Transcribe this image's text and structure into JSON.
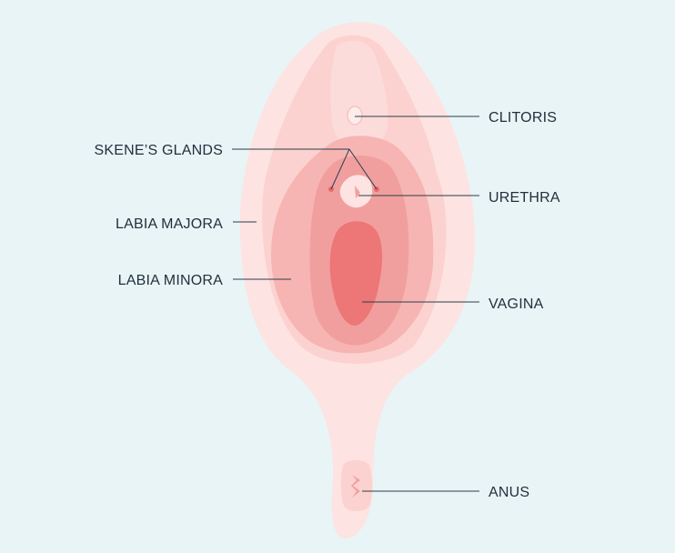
{
  "diagram": {
    "labels": {
      "clitoris": "CLITORIS",
      "skenes_glands": "SKENE’S GLANDS",
      "urethra": "URETHRA",
      "labia_majora": "LABIA MAJORA",
      "labia_minora": "LABIA MINORA",
      "vagina": "VAGINA",
      "anus": "ANUS"
    },
    "colors": {
      "background": "#e9f4f6",
      "outer": "#fde3e1",
      "mid": "#fbd2cf",
      "labia_minora": "#f6b5b3",
      "inner": "#f09f9e",
      "vagina": "#ed7676",
      "line": "#2a3d4a"
    }
  }
}
